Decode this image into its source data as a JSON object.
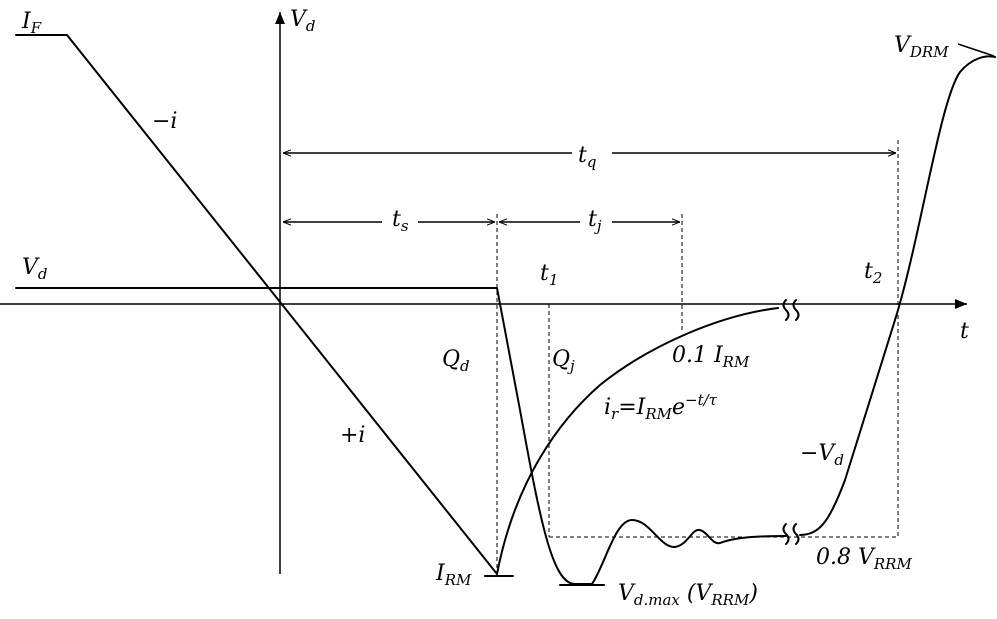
{
  "labels": {
    "if_main": "I",
    "if_sub": "F",
    "vd_axis_main": "V",
    "vd_axis_sub": "d",
    "neg_i": "−i",
    "tq_main": "t",
    "tq_sub": "q",
    "ts_main": "t",
    "ts_sub": "s",
    "tj_main": "t",
    "tj_sub": "j",
    "vd_level_main": "V",
    "vd_level_sub": "d",
    "t1_main": "t",
    "t1_sub": "1",
    "t2_main": "t",
    "t2_sub": "2",
    "t_axis": "t",
    "qd_main": "Q",
    "qd_sub": "d",
    "qj_main": "Q",
    "qj_sub": "j",
    "tenth_irm_prefix": "0.1 I",
    "tenth_irm_sub": "RM",
    "ir_lhs_main": "i",
    "ir_lhs_sub": "r",
    "ir_rhs_main": "=I",
    "ir_rhs_sub": "RM",
    "ir_rhs_e": "e",
    "ir_rhs_exp": "−t/τ",
    "pos_i": "+i",
    "neg_vd_main": "−V",
    "neg_vd_sub": "d",
    "irm_main": "I",
    "irm_sub": "RM",
    "vdmax_main": "V",
    "vdmax_sub": "d.max",
    "vdmax_paren": " (V",
    "vdmax_paren_sub": "RRM",
    "vdmax_close": ")",
    "eight_vrrm_prefix": "0.8 V",
    "eight_vrrm_sub": "RRM",
    "vdrm_main": "V",
    "vdrm_sub": "DRM"
  }
}
